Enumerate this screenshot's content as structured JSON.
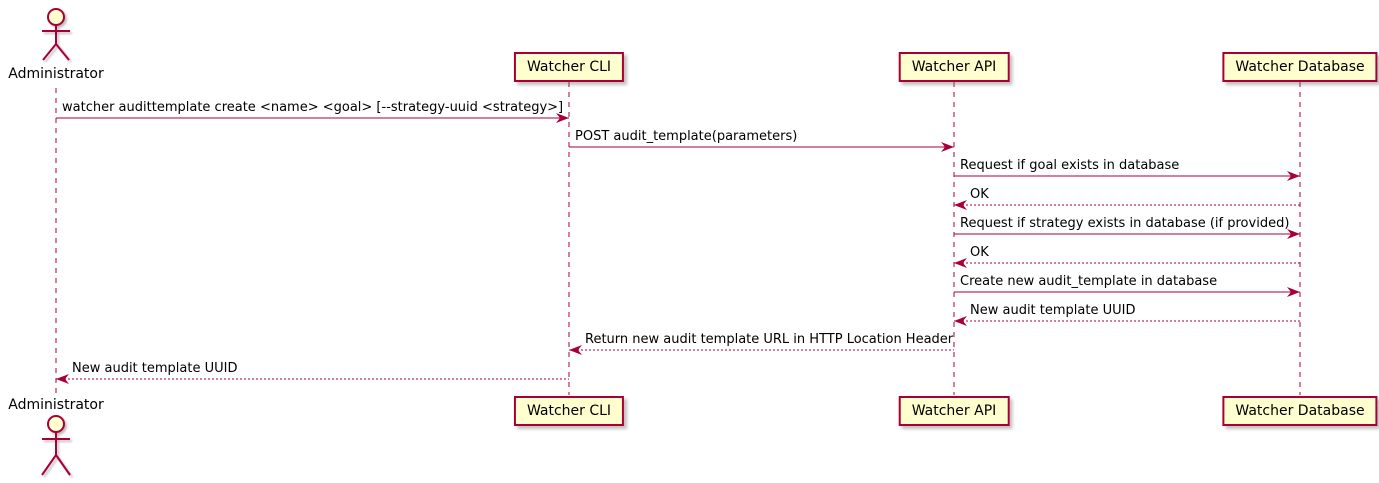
{
  "diagram": {
    "type": "uml-sequence",
    "colors": {
      "line": "#A80036",
      "box_fill": "#FEFECE",
      "box_border": "#A80036",
      "actor_head_fill": "#FEFECE",
      "text": "#000000",
      "background": "#ffffff"
    },
    "participants": [
      {
        "id": "admin",
        "type": "actor",
        "label": "Administrator"
      },
      {
        "id": "cli",
        "type": "participant",
        "label": "Watcher CLI"
      },
      {
        "id": "api",
        "type": "participant",
        "label": "Watcher API"
      },
      {
        "id": "db",
        "type": "participant",
        "label": "Watcher Database"
      }
    ],
    "messages": [
      {
        "from": "admin",
        "to": "cli",
        "style": "solid",
        "label": "watcher audittemplate create <name> <goal> [--strategy-uuid <strategy>]"
      },
      {
        "from": "cli",
        "to": "api",
        "style": "solid",
        "label": "POST audit_template(parameters)"
      },
      {
        "from": "api",
        "to": "db",
        "style": "solid",
        "label": "Request if goal exists in database"
      },
      {
        "from": "db",
        "to": "api",
        "style": "dashed",
        "label": "OK"
      },
      {
        "from": "api",
        "to": "db",
        "style": "solid",
        "label": "Request if strategy exists in database (if provided)"
      },
      {
        "from": "db",
        "to": "api",
        "style": "dashed",
        "label": "OK"
      },
      {
        "from": "api",
        "to": "db",
        "style": "solid",
        "label": "Create new audit_template in database"
      },
      {
        "from": "db",
        "to": "api",
        "style": "dashed",
        "label": "New audit template UUID"
      },
      {
        "from": "api",
        "to": "cli",
        "style": "dashed",
        "label": "Return new audit template URL in HTTP Location Header"
      },
      {
        "from": "cli",
        "to": "admin",
        "style": "dashed",
        "label": "New audit template UUID"
      }
    ]
  }
}
